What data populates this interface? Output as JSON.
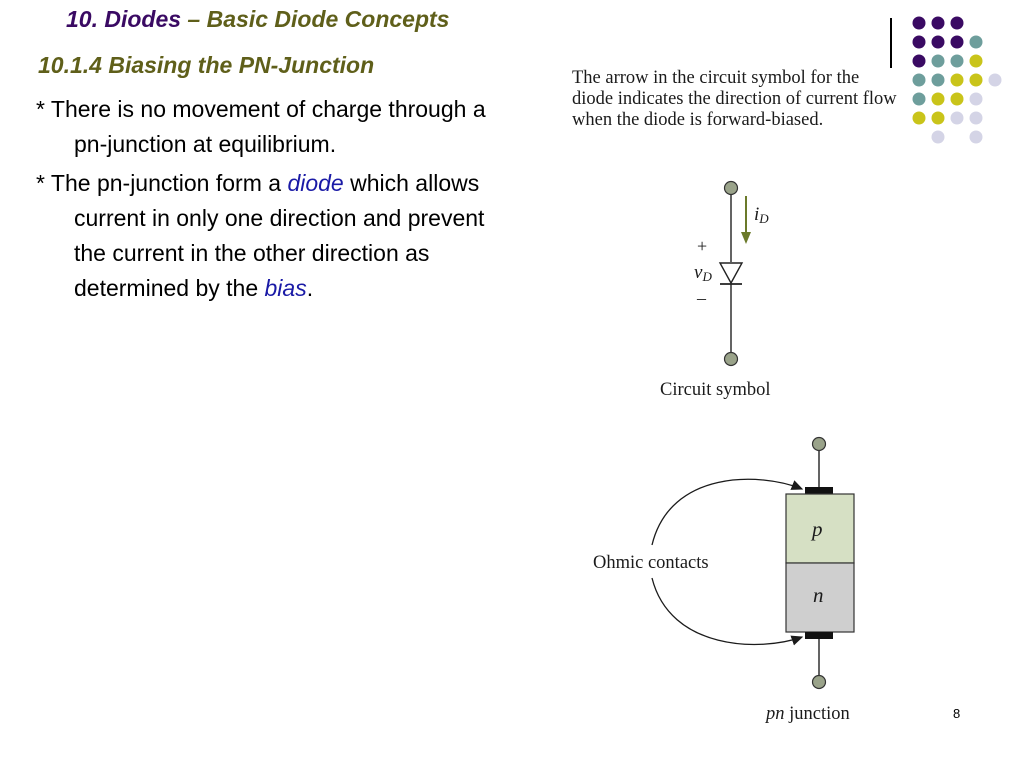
{
  "slide": {
    "title_part1": "10. Diodes",
    "title_dash": " – ",
    "title_part2": "Basic Diode Concepts",
    "subtitle": "10.1.4 Biasing  the PN-Junction",
    "page_number": "8"
  },
  "bullets": [
    {
      "text": "* There is no movement of charge through a pn-junction at equilibrium."
    },
    {
      "pre": "* The pn-junction form a ",
      "em1": "diode",
      "mid": " which allows current in only one direction and prevent the current in the other direction as determined by the ",
      "em2": "bias",
      "post": "."
    }
  ],
  "figure": {
    "caption": "The arrow in the circuit symbol for the diode indicates the direction of current flow when the diode is forward-biased.",
    "current_label": "i",
    "current_subscript": "D",
    "voltage_label": "v",
    "voltage_subscript": "D",
    "plus": "+",
    "minus": "–",
    "circuit_symbol_label": "Circuit symbol",
    "p_label": "p",
    "n_label": "n",
    "ohmic_label": "Ohmic contacts",
    "junction_label_em": "pn",
    "junction_label_rest": " junction"
  },
  "colors": {
    "title_purple": "#3a0a63",
    "olive": "#5f5f1a",
    "highlight_blue": "#1a1aa6",
    "arrow_green": "#6b7a2a",
    "terminal_fill": "#9aa38a",
    "p_region": "#d6e0c4",
    "n_region": "#cfcfcf",
    "dot_purple": "#3a0a63",
    "dot_teal": "#6e9e9c",
    "dot_yellow": "#c9c41a",
    "dot_lavender": "#d4d4e6"
  },
  "decoration": {
    "dot_grid": [
      [
        "purple",
        "purple",
        "purple",
        "none"
      ],
      [
        "purple",
        "purple",
        "purple",
        "teal"
      ],
      [
        "purple",
        "teal",
        "teal",
        "yellow"
      ],
      [
        "teal",
        "teal",
        "yellow",
        "yellow",
        "lavender"
      ],
      [
        "teal",
        "yellow",
        "yellow",
        "lavender"
      ],
      [
        "yellow",
        "yellow",
        "lavender",
        "lavender"
      ],
      [
        "none",
        "lavender",
        "none",
        "lavender"
      ]
    ]
  }
}
